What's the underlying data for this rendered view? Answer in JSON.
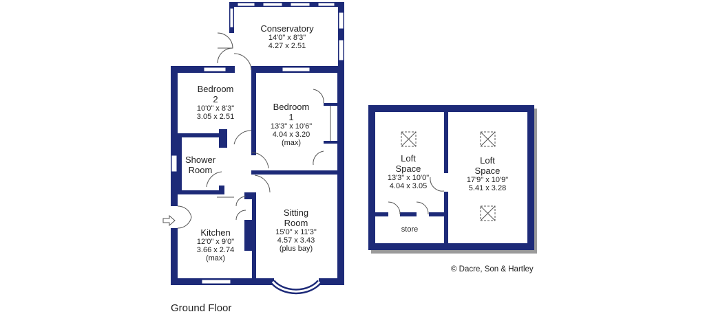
{
  "floor_title": "Ground Floor",
  "copyright": "© Dacre, Son & Hartley",
  "wall_color": "#1d2a78",
  "rooms": {
    "conservatory": {
      "name": "Conservatory",
      "imperial": "14'0\"  x  8'3\"",
      "metric": "4.27  x  2.51"
    },
    "bedroom2": {
      "name": "Bedroom",
      "num": "2",
      "imperial": "10'0\"  x  8'3\"",
      "metric": "3.05  x  2.51"
    },
    "bedroom1": {
      "name": "Bedroom",
      "num": "1",
      "imperial": "13'3\"  x  10'6\"",
      "metric": "4.04  x  3.20",
      "note": "(max)"
    },
    "shower": {
      "name": "Shower",
      "name2": "Room"
    },
    "kitchen": {
      "name": "Kitchen",
      "imperial": "12'0\"  x  9'0\"",
      "metric": "3.66  x  2.74",
      "note": "(max)"
    },
    "sitting": {
      "name": "Sitting",
      "name2": "Room",
      "imperial": "15'0\"  x  11'3\"",
      "metric": "4.57  x  3.43",
      "note": "(plus bay)"
    },
    "loft1": {
      "name": "Loft",
      "name2": "Space",
      "imperial": "13'3\"  x  10'0\"",
      "metric": "4.04  x  3.05"
    },
    "loft2": {
      "name": "Loft",
      "name2": "Space",
      "imperial": "17'9\"  x  10'9\"",
      "metric": "5.41  x  3.28"
    },
    "store": {
      "name": "store"
    }
  }
}
